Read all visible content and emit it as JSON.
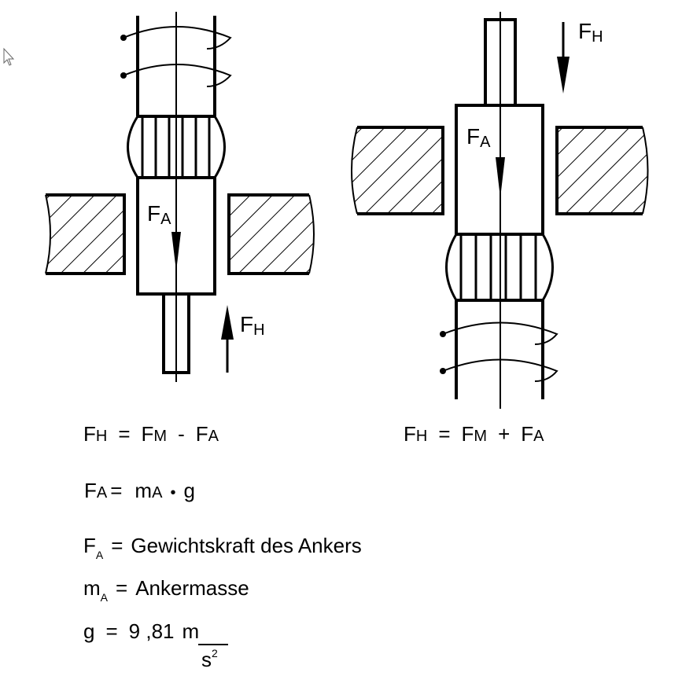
{
  "left_diagram": {
    "armature_force": {
      "main": "F",
      "sub": "A"
    },
    "holding_force": {
      "main": "F",
      "sub": "H"
    }
  },
  "right_diagram": {
    "armature_force": {
      "main": "F",
      "sub": "A"
    },
    "holding_force": {
      "main": "F",
      "sub": "H"
    }
  },
  "equations": {
    "left": {
      "lhs": "F",
      "lhs_sub": "H",
      "eq": "=",
      "t1": "F",
      "t1_sub": "M",
      "op": "-",
      "t2": "F",
      "t2_sub": "A"
    },
    "right": {
      "lhs": "F",
      "lhs_sub": "H",
      "eq": "=",
      "t1": "F",
      "t1_sub": "M",
      "op": "+",
      "t2": "F",
      "t2_sub": "A"
    },
    "weight": {
      "lhs": "F",
      "lhs_sub": "A",
      "eq": "=",
      "m": "m",
      "m_sub": "A",
      "dot": "•",
      "g": "g"
    }
  },
  "legend": {
    "fa": {
      "sym": "F",
      "sub": "A",
      "eq": "=",
      "desc": "Gewichtskraft des Ankers"
    },
    "ma": {
      "sym": "m",
      "sub": "A",
      "eq": "=",
      "desc": "Ankermasse"
    },
    "g": {
      "sym": "g",
      "eq": "=",
      "value": "9 ,81",
      "num": "m",
      "den": "s",
      "exp": "2"
    }
  }
}
